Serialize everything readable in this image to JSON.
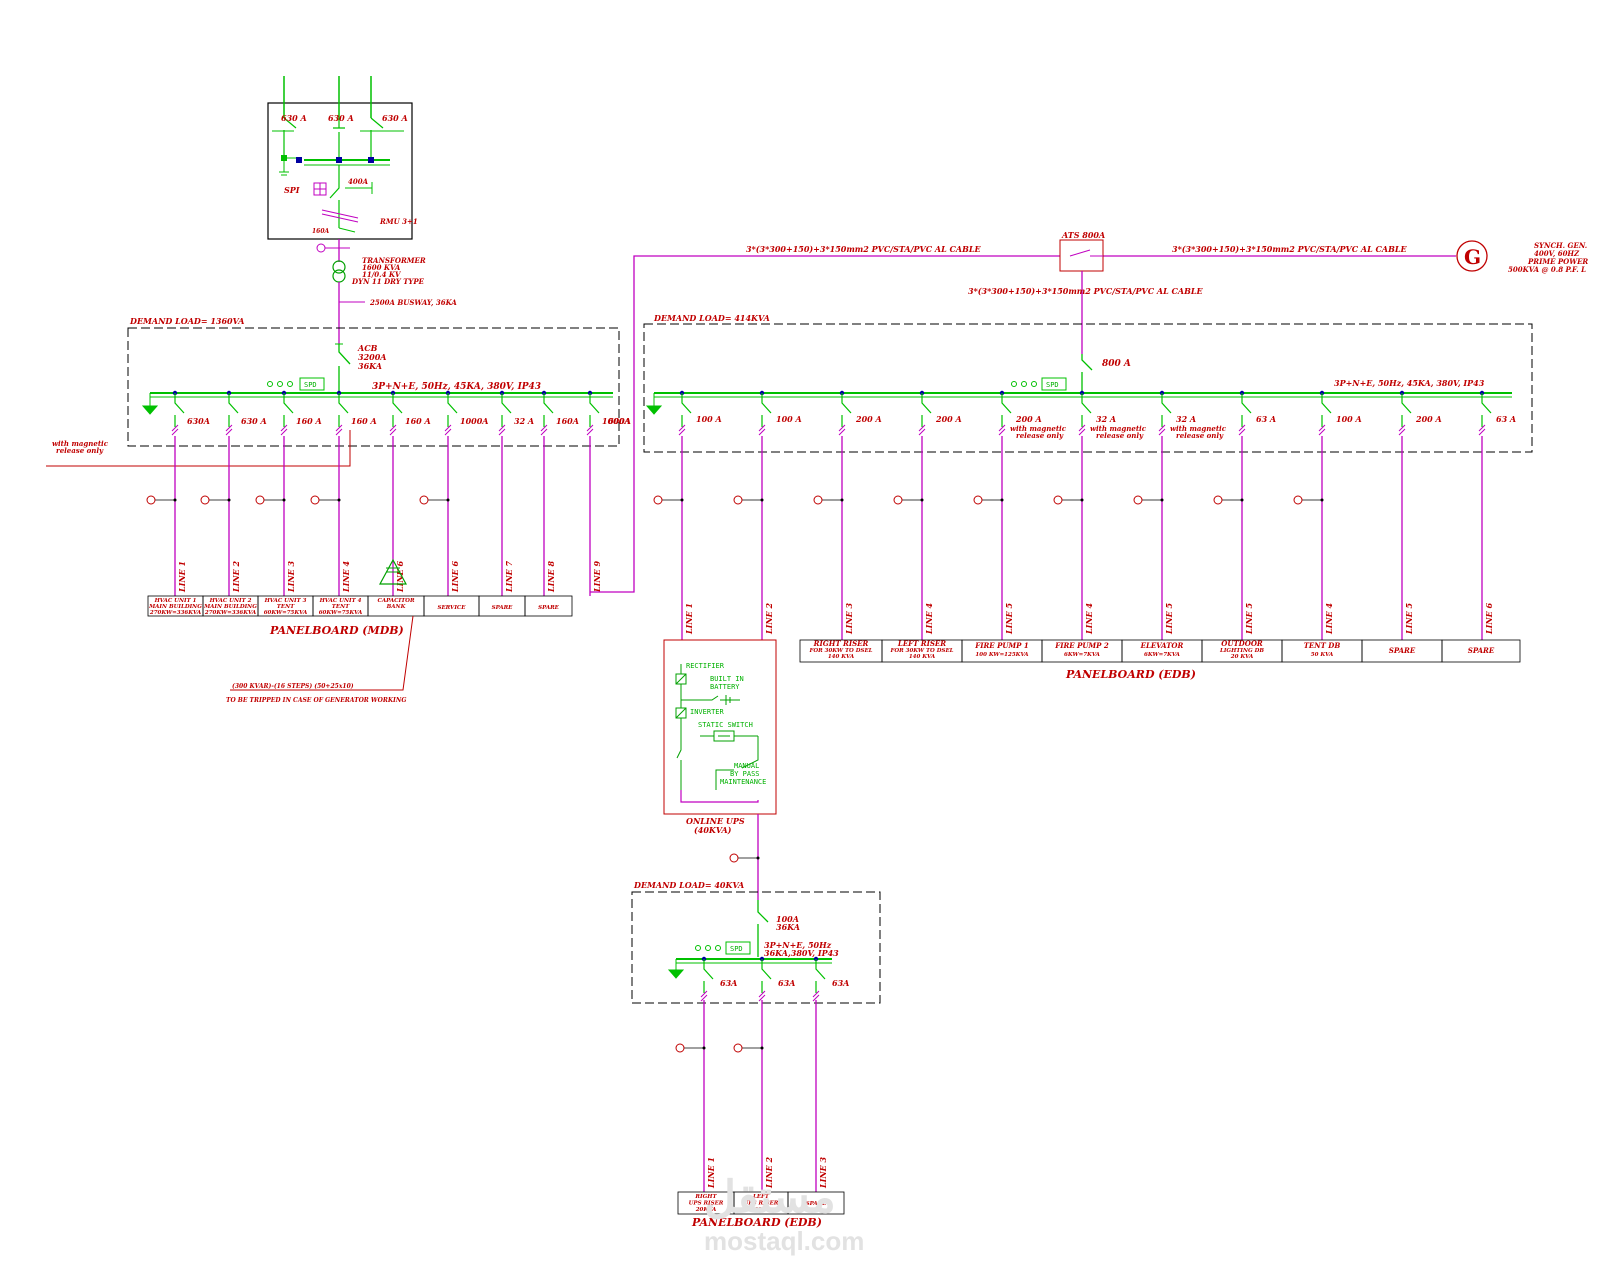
{
  "colors": {
    "bus": "#00c000",
    "cable": "#c000c0",
    "text": "#c00000",
    "frame": "#000000"
  },
  "incomer": {
    "breakers": [
      "630 A",
      "630 A",
      "630 A"
    ],
    "spi": "SPI",
    "ct": "400A",
    "rmu": "RMU 3+1",
    "fuse": "160A",
    "transformer": [
      "TRANSFORMER",
      "1600 KVA",
      "11/0.4 KV",
      "DYN 11 DRY TYPE"
    ],
    "busway": "2500A BUSWAY, 36KA"
  },
  "mdb": {
    "demand": "DEMAND LOAD= 1360VA",
    "acb": [
      "ACB",
      "3200A",
      "36KA"
    ],
    "spec": "3P+N+E, 50Hz, 45KA, 380V, IP43",
    "spd": "SPD",
    "magnetic_note": [
      "with magnetic",
      "release only"
    ],
    "breakers": [
      "630A",
      "630 A",
      "160 A",
      "160 A",
      "160 A",
      "1000A",
      "32 A",
      "160A",
      "1000A",
      "600A"
    ],
    "lines": [
      "LINE 1",
      "LINE 2",
      "LINE 3",
      "LINE 4",
      "LINE 6",
      "LINE 6",
      "LINE 7",
      "LINE 8",
      "LINE 9"
    ],
    "loads": [
      [
        "HVAC UNIT 1",
        "MAIN BUILDING",
        "270KW=336KVA"
      ],
      [
        "HVAC UNIT 2",
        "MAIN BUILDING",
        "270KW=336KVA"
      ],
      [
        "HVAC UNIT 3",
        "TENT",
        "60KW=75KVA"
      ],
      [
        "HVAC UNIT 4",
        "TENT",
        "60KW=75KVA"
      ],
      [
        "CAPACITOR",
        "BANK"
      ],
      [
        "SERVICE"
      ],
      [
        "SPARE"
      ],
      [
        "SPARE"
      ]
    ],
    "title": "PANELBOARD (MDB)",
    "cap_note": "(300 KVAR)-(16 STEPS) (50+25x10)",
    "trip_note": "TO BE TRIPPED IN CASE OF GENERATOR WORKING"
  },
  "ats": {
    "label": "ATS 800A",
    "cable_left": "3*(3*300+150)+3*150mm2 PVC/STA/PVC AL CABLE",
    "cable_right": "3*(3*300+150)+3*150mm2 PVC/STA/PVC AL CABLE",
    "cable_down": "3*(3*300+150)+3*150mm2 PVC/STA/PVC AL CABLE"
  },
  "generator": {
    "symbol": "G",
    "spec": [
      "SYNCH. GEN.",
      "400V, 60HZ",
      "PRIME POWER",
      "500KVA @ 0.8 P.F. L"
    ]
  },
  "edb": {
    "demand": "DEMAND LOAD= 414KVA",
    "main": "800 A",
    "spec": "3P+N+E, 50Hz, 45KA, 380V, IP43",
    "spd": "SPD",
    "breakers": [
      "100 A",
      "100 A",
      "200 A",
      "200 A",
      "200 A",
      "32 A",
      "32 A",
      "63 A",
      "100 A",
      "200 A",
      "63 A"
    ],
    "magnetic": [
      "with magnetic",
      "release only"
    ],
    "lines": [
      "LINE 1",
      "LINE 2",
      "LINE 3",
      "LINE 4",
      "LINE 5",
      "LINE 4",
      "LINE 5",
      "LINE 5",
      "LINE 4",
      "LINE 5",
      "LINE 6"
    ],
    "loads": [
      [
        "RIGHT RISER",
        "FOR 30KW TO DSEL",
        "140 KVA"
      ],
      [
        "LEFT RISER",
        "FOR 30KW TO DSEL",
        "140 KVA"
      ],
      [
        "FIRE PUMP 1",
        "100 KW=125KVA"
      ],
      [
        "FIRE PUMP 2",
        "6KW=7KVA"
      ],
      [
        "ELEVATOR",
        "6KW=7KVA"
      ],
      [
        "OUTDOOR",
        "LIGHTING DB",
        "20 KVA"
      ],
      [
        "TENT DB",
        "50 KVA"
      ],
      [
        "SPARE"
      ],
      [
        "SPARE"
      ]
    ],
    "title": "PANELBOARD (EDB)"
  },
  "ups": {
    "rectifier": "RECTIFIER",
    "battery": [
      "BUILT IN",
      "BATTERY"
    ],
    "inverter": "INVERTER",
    "static_switch": "STATIC SWITCH",
    "manual": [
      "MANUAL",
      "BY PASS",
      "MAINTENANCE"
    ],
    "title": [
      "ONLINE UPS",
      "(40KVA)"
    ]
  },
  "udb": {
    "demand": "DEMAND LOAD= 40KVA",
    "main": [
      "100A",
      "36KA"
    ],
    "spec": [
      "3P+N+E, 50Hz",
      "36KA,380V, IP43"
    ],
    "spd": "SPD",
    "breakers": [
      "63A",
      "63A",
      "63A"
    ],
    "lines": [
      "LINE 1",
      "LINE 2",
      "LINE 3"
    ],
    "loads": [
      [
        "RIGHT",
        "UPS RISER",
        "20KVA"
      ],
      [
        "LEFT",
        "UPS RISER",
        "20KVA"
      ],
      [
        "SPARE"
      ]
    ],
    "title": "PANELBOARD (EDB)"
  },
  "watermark": {
    "arabic": "مستقل",
    "url": "mostaql.com"
  }
}
